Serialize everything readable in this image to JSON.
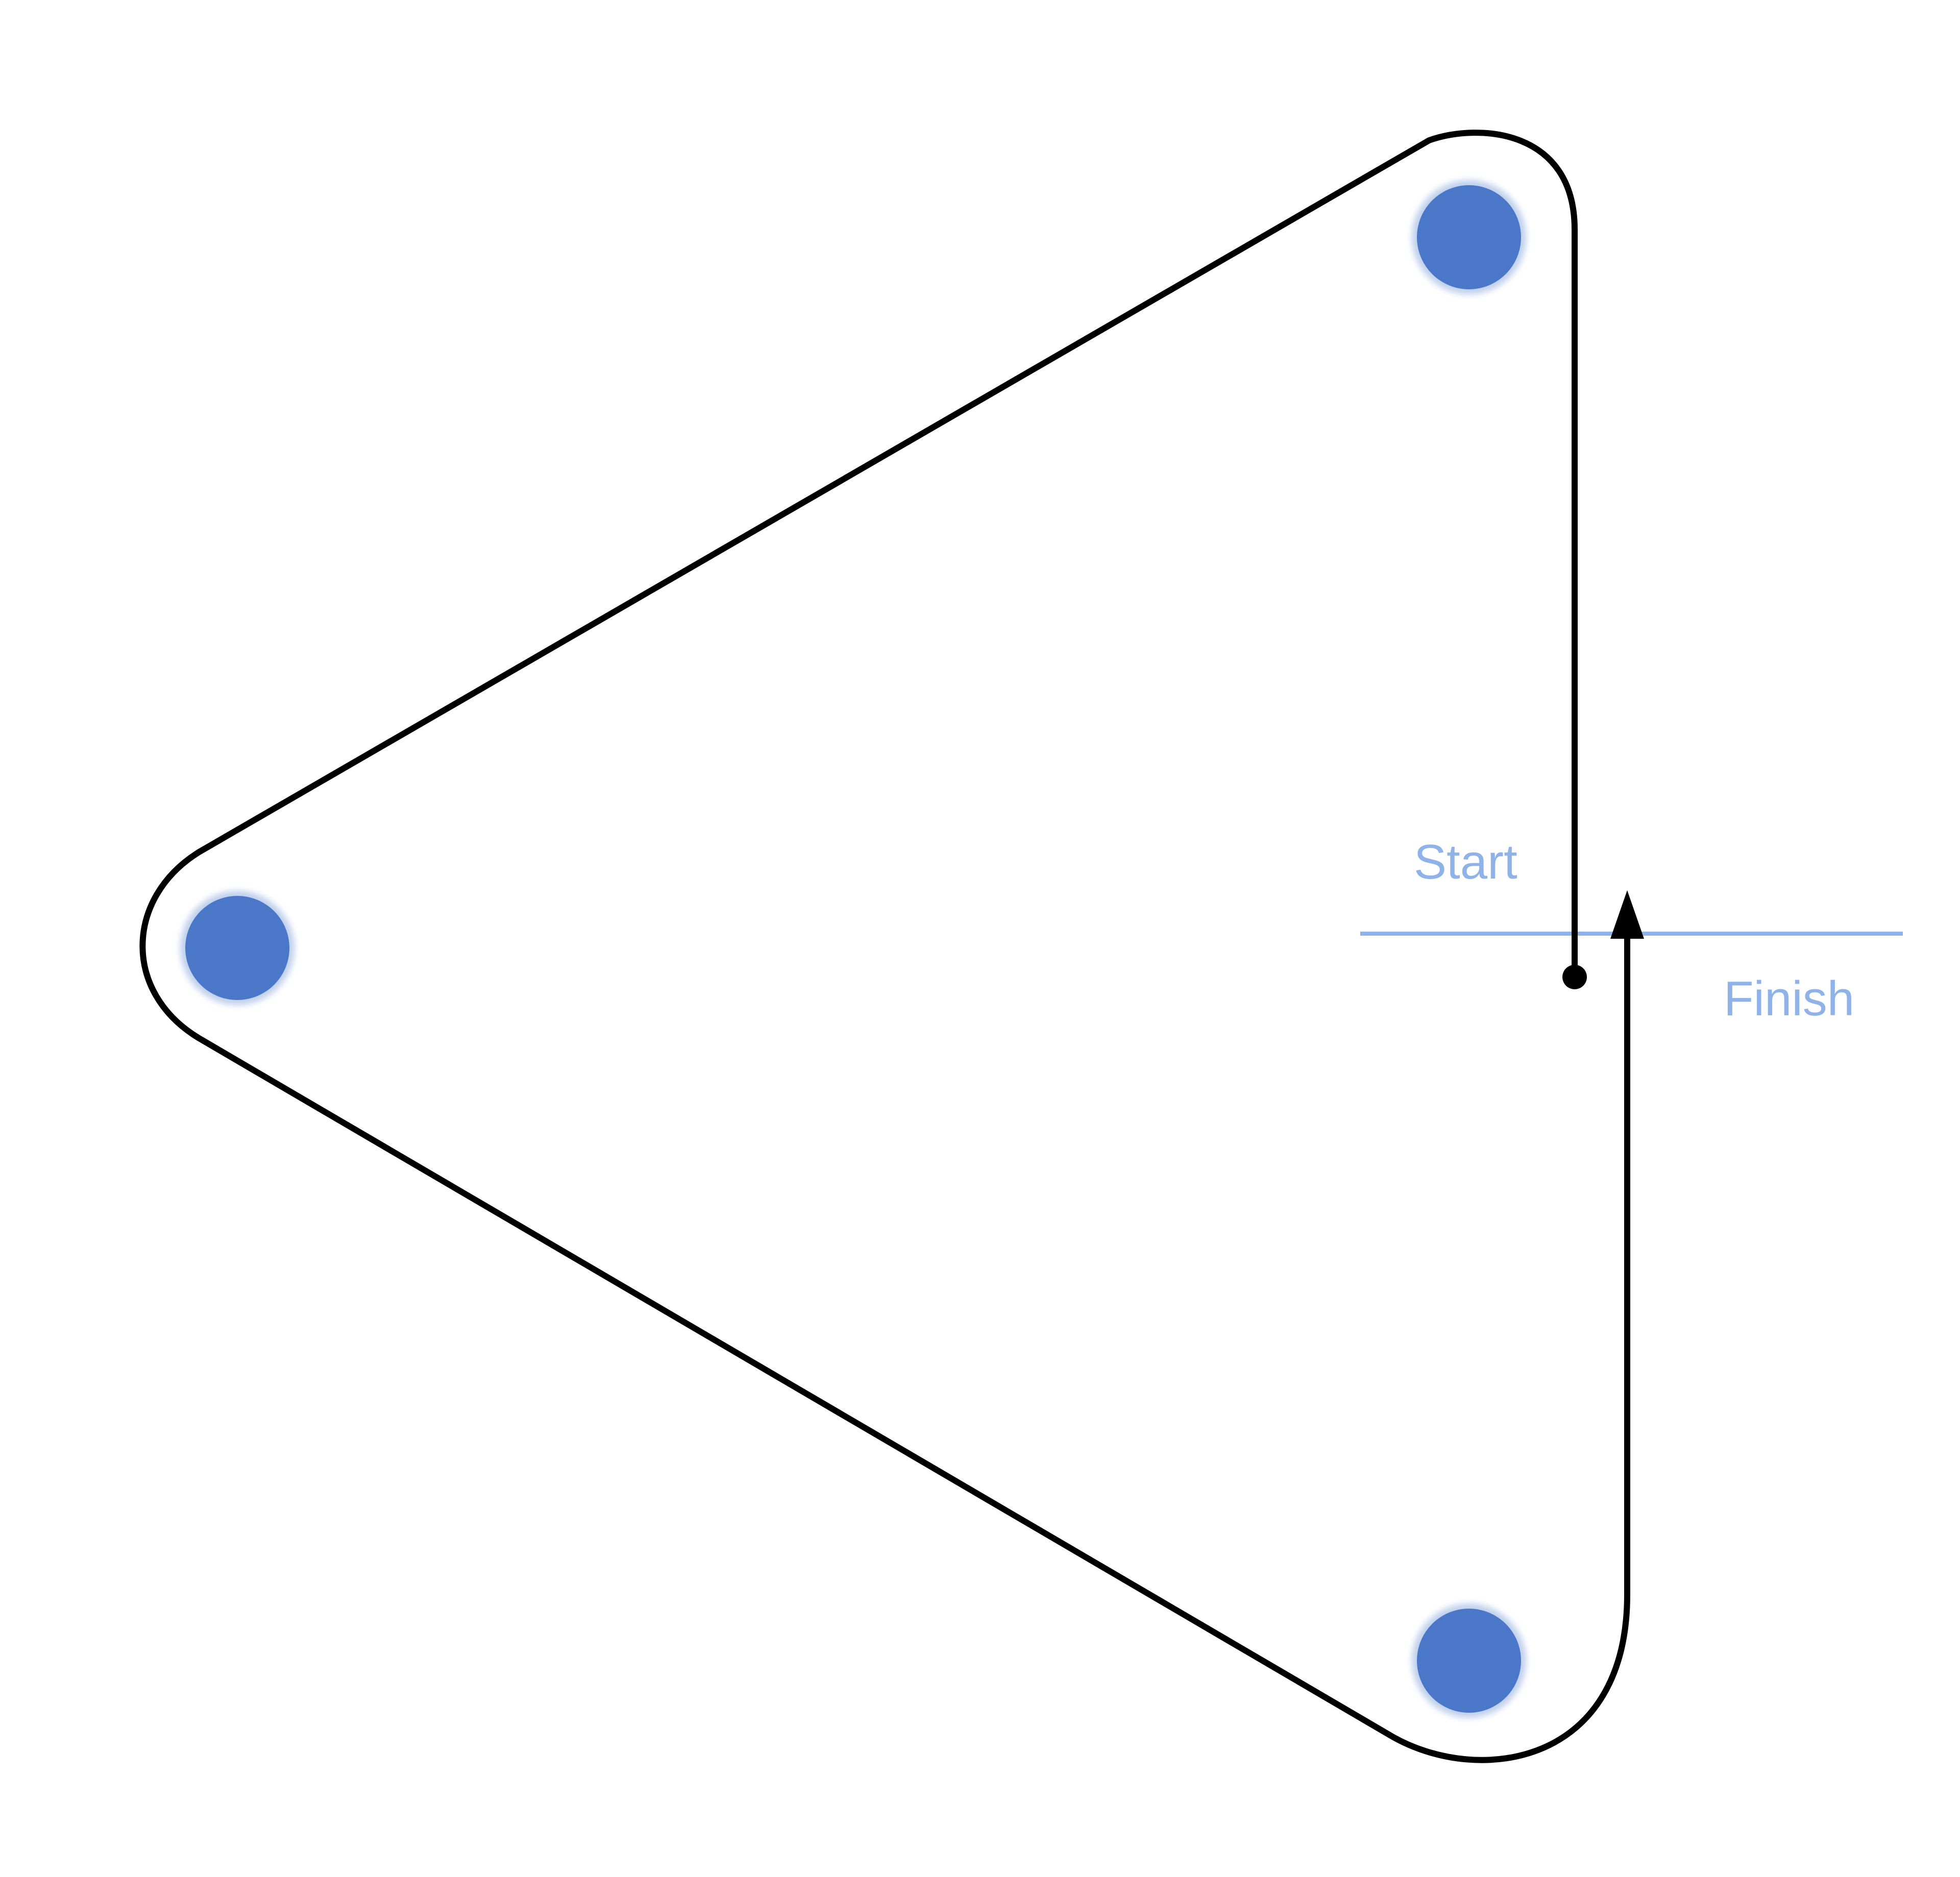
{
  "labels": {
    "start": "Start",
    "finish": "Finish"
  },
  "colors": {
    "path_stroke": "#000000",
    "marker_fill": "#4a77c8",
    "line_color": "#8fb3e8",
    "label_color": "#8fb3e8",
    "background": "#ffffff"
  },
  "markers": {
    "count": 3
  }
}
